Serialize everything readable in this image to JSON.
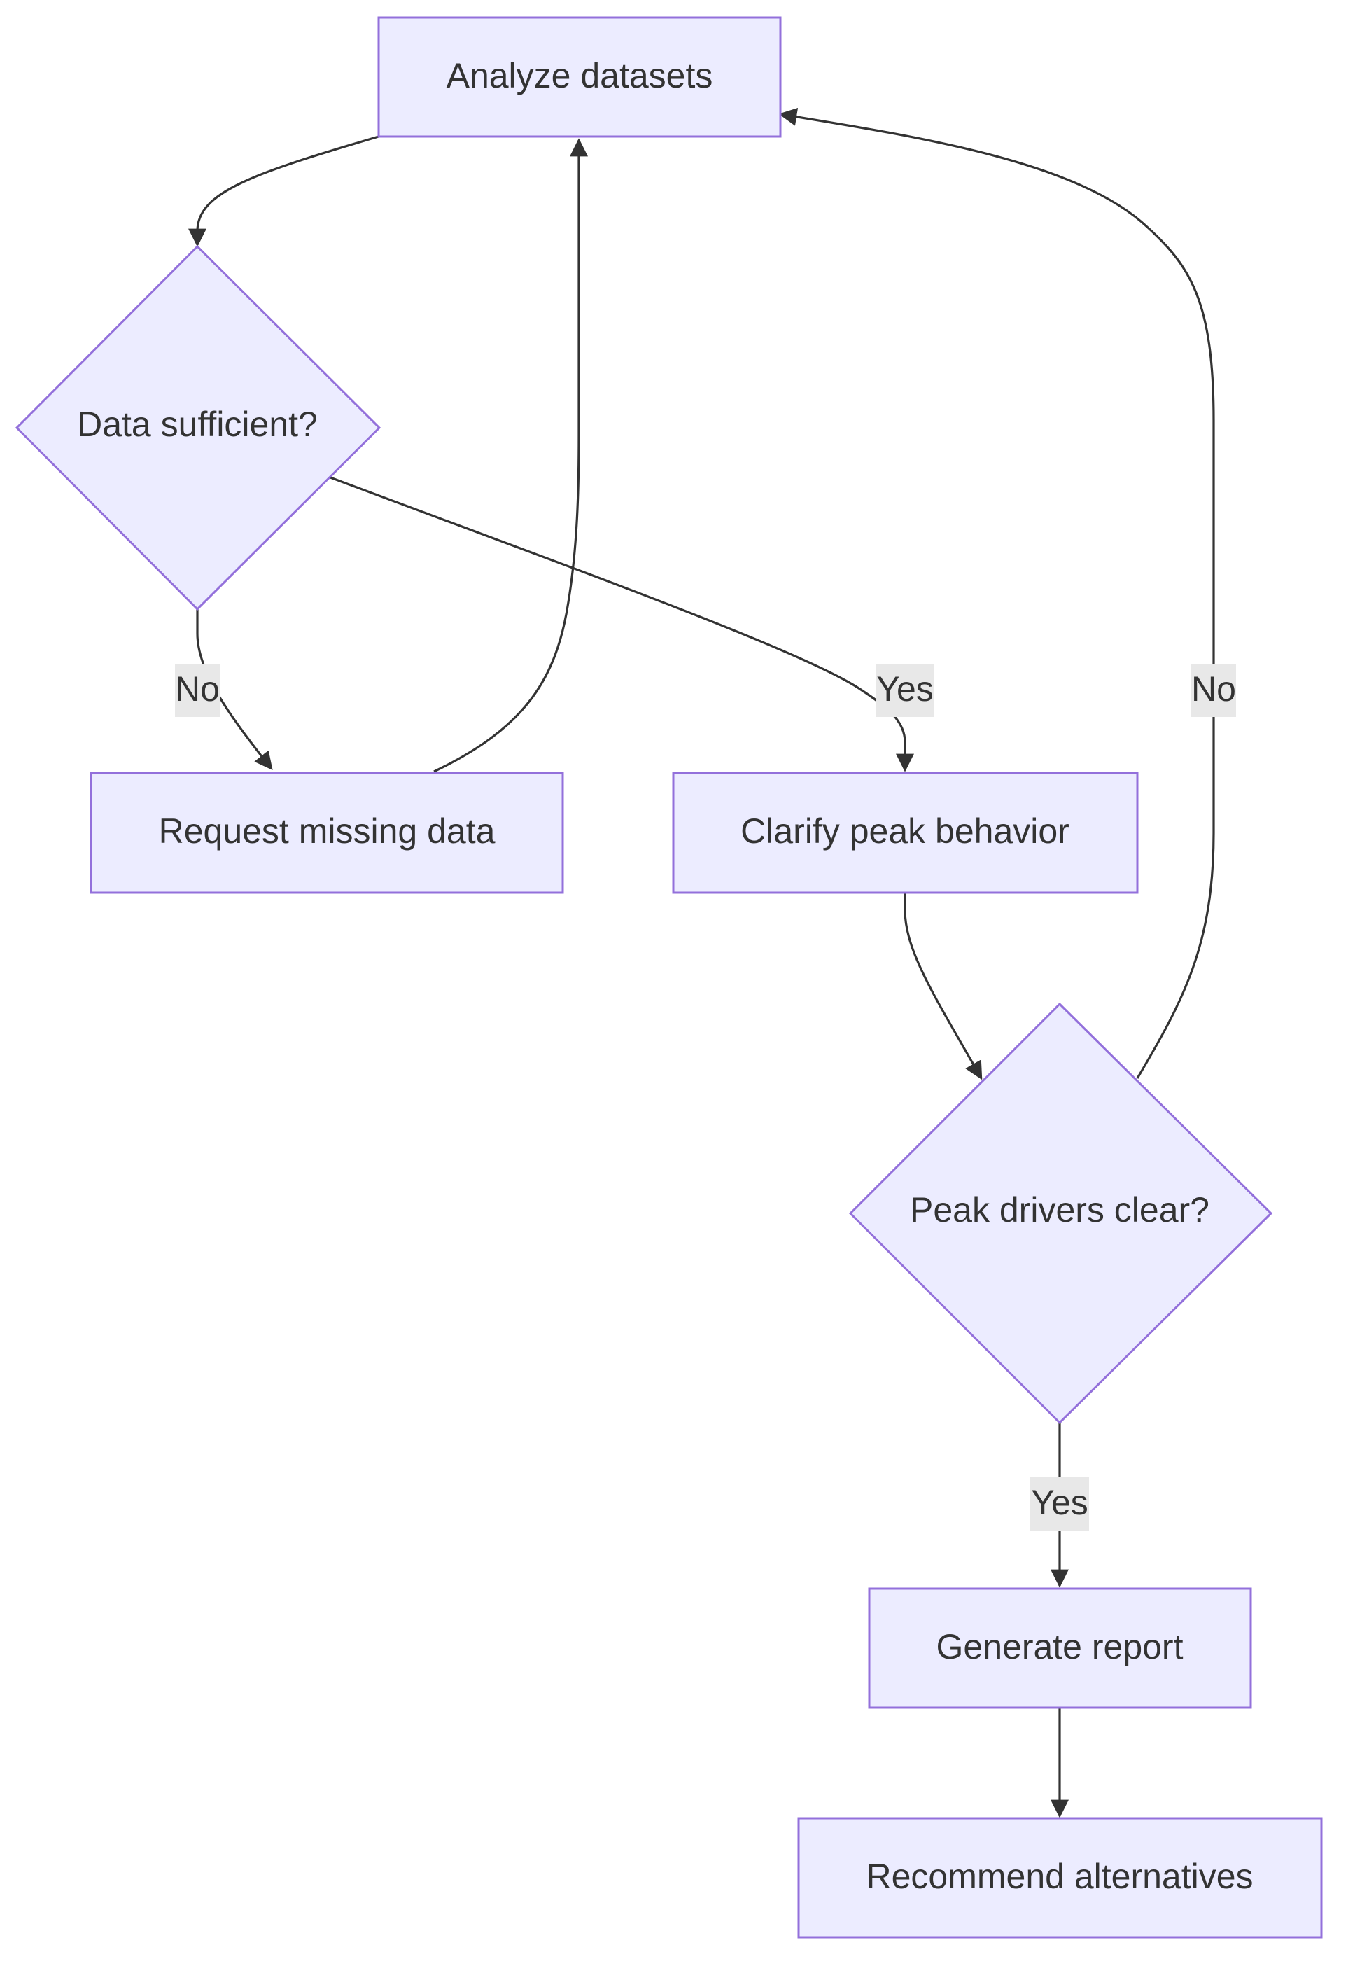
{
  "nodes": {
    "analyze": {
      "label": "Analyze datasets",
      "shape": "rect"
    },
    "sufficient": {
      "label": "Data sufficient?",
      "shape": "diamond"
    },
    "request": {
      "label": "Request missing data",
      "shape": "rect"
    },
    "clarify": {
      "label": "Clarify peak behavior",
      "shape": "rect"
    },
    "drivers": {
      "label": "Peak drivers clear?",
      "shape": "diamond"
    },
    "report": {
      "label": "Generate report",
      "shape": "rect"
    },
    "recommend": {
      "label": "Recommend alternatives",
      "shape": "rect"
    }
  },
  "edges": [
    {
      "from": "analyze",
      "to": "sufficient",
      "label": ""
    },
    {
      "from": "sufficient",
      "to": "request",
      "label": "No"
    },
    {
      "from": "sufficient",
      "to": "clarify",
      "label": "Yes"
    },
    {
      "from": "request",
      "to": "analyze",
      "label": ""
    },
    {
      "from": "clarify",
      "to": "drivers",
      "label": ""
    },
    {
      "from": "drivers",
      "to": "analyze",
      "label": "No"
    },
    {
      "from": "drivers",
      "to": "report",
      "label": "Yes"
    },
    {
      "from": "report",
      "to": "recommend",
      "label": ""
    }
  ],
  "colors": {
    "node_fill": "#ececff",
    "node_stroke": "#9370db",
    "edge": "#333333",
    "text": "#333333",
    "label_background": "#e8e8e8"
  }
}
